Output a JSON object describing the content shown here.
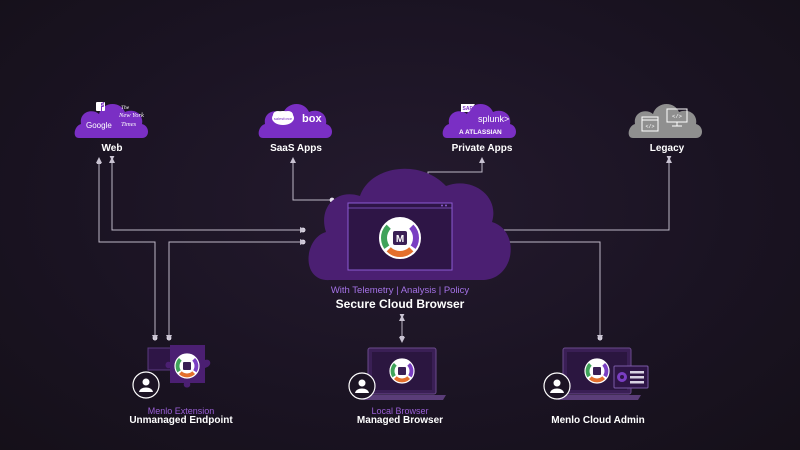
{
  "clouds": {
    "web": {
      "label": "Web",
      "logos": [
        "Google",
        "The New York Times"
      ],
      "logo_lines": [
        "The",
        "New York",
        "Times"
      ],
      "icon": "facebook-icon"
    },
    "saas": {
      "label": "SaaS Apps",
      "logos": [
        "salesforce",
        "box"
      ]
    },
    "private": {
      "label": "Private Apps",
      "logos": [
        "SAP",
        "splunk>",
        "ATLASSIAN"
      ],
      "atlassian_text": "A ATLASSIAN"
    },
    "legacy": {
      "label": "Legacy",
      "icons": [
        "window-code-icon",
        "monitor-code-icon"
      ]
    }
  },
  "center": {
    "telemetry": "With Telemetry | Analysis | Policy",
    "title": "Secure Cloud Browser",
    "logo_letter": "M"
  },
  "endpoints": {
    "unmanaged": {
      "sublabel": "Menlo Extension",
      "label": "Unmanaged Endpoint"
    },
    "managed": {
      "sublabel": "Local Browser",
      "label": "Managed Browser"
    },
    "admin": {
      "sublabel": "",
      "label": "Menlo Cloud Admin"
    }
  },
  "colors": {
    "background": "#1c1424",
    "purple": "#7a2fc4",
    "purple_dark": "#4a1e73",
    "legacy_gray": "#9a9a9a",
    "connector": "#b9b3c2",
    "accent_green": "#3fa35a",
    "accent_orange": "#e36f2c",
    "accent_purple": "#7a3ec2"
  }
}
